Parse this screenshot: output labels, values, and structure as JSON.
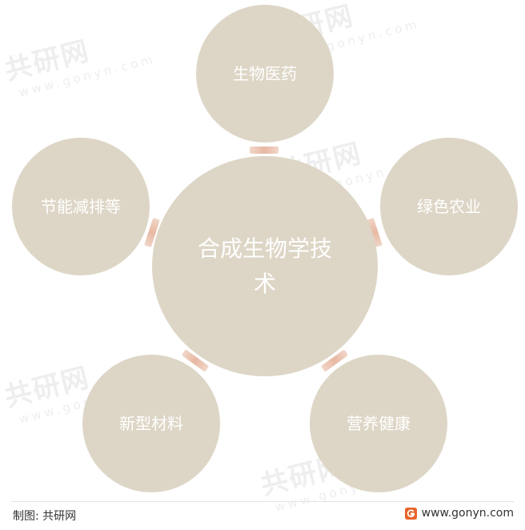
{
  "watermark": {
    "main_text": "共研网",
    "sub_text": "www.gonyn.com"
  },
  "diagram": {
    "center": {
      "label": "合成生物学技术"
    },
    "nodes": [
      {
        "id": "top",
        "label": "生物医药"
      },
      {
        "id": "right",
        "label": "绿色农业"
      },
      {
        "id": "bottom-right",
        "label": "营养健康"
      },
      {
        "id": "bottom-left",
        "label": "新型材料"
      },
      {
        "id": "left",
        "label": "节能减排等"
      }
    ]
  },
  "footer": {
    "credit": "制图: 共研网",
    "website": "www.gonyn.com"
  },
  "colors": {
    "node_fill": "#ddd6c6",
    "node_text": "#ffffff",
    "connector": "#e8b8a2",
    "logo": "#e8632a"
  }
}
